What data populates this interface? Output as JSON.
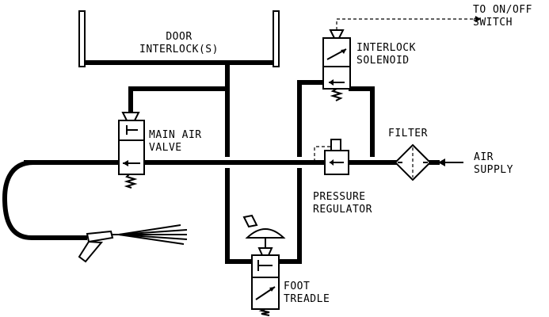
{
  "labels": {
    "door_interlock_line1": "DOOR",
    "door_interlock_line2": "INTERLOCK(S)",
    "interlock_solenoid_line1": "INTERLOCK",
    "interlock_solenoid_line2": "SOLENOID",
    "to_switch_line1": "TO ON/OFF",
    "to_switch_line2": "SWITCH",
    "main_air_valve_line1": "MAIN AIR",
    "main_air_valve_line2": "VALVE",
    "filter": "FILTER",
    "air_supply_line1": "AIR",
    "air_supply_line2": "SUPPLY",
    "pressure_regulator_line1": "PRESSURE",
    "pressure_regulator_line2": "REGULATOR",
    "foot_treadle_line1": "FOOT",
    "foot_treadle_line2": "TREADLE"
  },
  "icons": {
    "main_air_valve": "pneumatic-valve-icon",
    "interlock_solenoid": "solenoid-valve-icon",
    "foot_treadle": "treadle-valve-icon",
    "pressure_regulator": "regulator-icon",
    "filter": "filter-icon",
    "spray_gun": "spray-gun-icon"
  },
  "colors": {
    "line": "#000000",
    "background": "#ffffff"
  }
}
